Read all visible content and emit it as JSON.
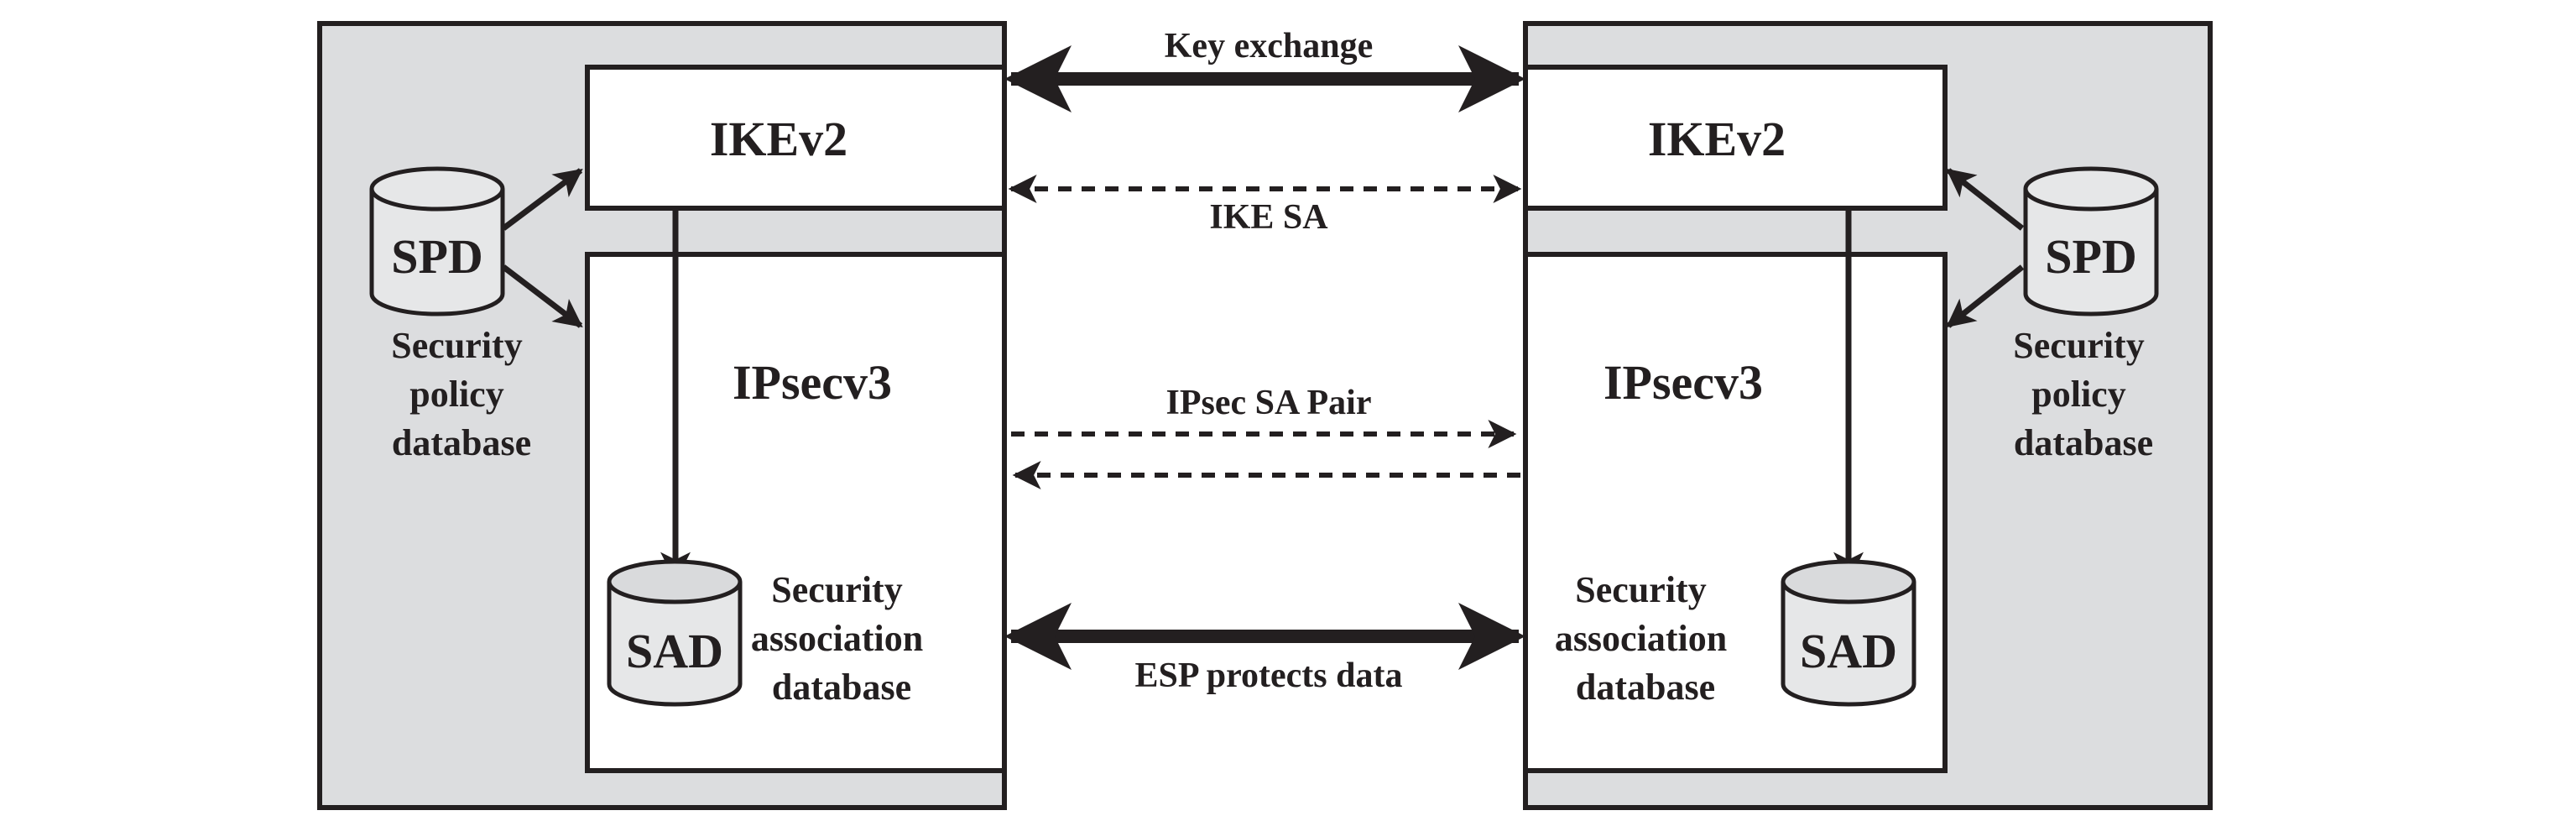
{
  "colors": {
    "panel": "#dcdddf",
    "ink": "#231f20",
    "box": "#ffffff",
    "cylinder": "#e6e7e8"
  },
  "left": {
    "ike_label": "IKEv2",
    "ipsec_label": "IPsecv3",
    "spd": {
      "label": "SPD",
      "caption": [
        "Security",
        "policy",
        "database"
      ]
    },
    "sad": {
      "label": "SAD",
      "caption": [
        "Security",
        "association",
        "database"
      ]
    }
  },
  "right": {
    "ike_label": "IKEv2",
    "ipsec_label": "IPsecv3",
    "spd": {
      "label": "SPD",
      "caption": [
        "Security",
        "policy",
        "database"
      ]
    },
    "sad": {
      "label": "SAD",
      "caption": [
        "Security",
        "association",
        "database"
      ]
    }
  },
  "links": {
    "key_exchange": "Key exchange",
    "ike_sa": "IKE SA",
    "ipsec_sa_pair": "IPsec SA Pair",
    "esp": "ESP protects data"
  }
}
